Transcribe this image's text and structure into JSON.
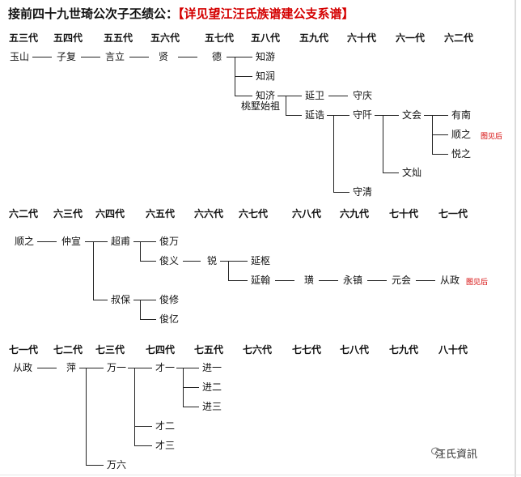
{
  "title_prefix": "接前四十九世琦公次子丕绩公：",
  "title_red": "【详见望江汪氏族谱建公支系谱】",
  "note": "图见后",
  "brand": "汪氏資訊",
  "sec1": {
    "gens": [
      "五三代",
      "五四代",
      "五五代",
      "五六代",
      "五七代",
      "五八代",
      "五九代",
      "六十代",
      "六一代",
      "六二代"
    ],
    "names": {
      "yushan": "玉山",
      "zifu": "子复",
      "yanli": "言立",
      "xian": "贤",
      "de": "德",
      "zhiyou": "知游",
      "zhirun": "知润",
      "zhiji": "知济",
      "taoshu": "桃墅始祖",
      "yanwei": "延卫",
      "shouqing": "守庆",
      "yanhao": "延诰",
      "shouqian": "守阡",
      "wenhui": "文会",
      "wencan": "文灿",
      "shouqing2": "守清",
      "younan": "有南",
      "shunzhi": "顺之",
      "yuezhi": "悦之"
    }
  },
  "sec2": {
    "gens": [
      "六二代",
      "六三代",
      "六四代",
      "六五代",
      "六六代",
      "六七代",
      "六八代",
      "六九代",
      "七十代",
      "七一代"
    ],
    "names": {
      "shunzhi": "顺之",
      "zhongxuan": "仲宣",
      "chaofu": "超甫",
      "shubao": "叔保",
      "junwan": "俊万",
      "junyi": "俊义",
      "junxiu": "俊修",
      "junyi2": "俊亿",
      "rui": "锐",
      "yanshu": "延枢",
      "yanhan": "延翰",
      "huang": "璜",
      "yongzhen": "永镇",
      "yuanhui": "元会",
      "congzheng": "从政"
    }
  },
  "sec3": {
    "gens": [
      "七一代",
      "七二代",
      "七三代",
      "七四代",
      "七五代",
      "七六代",
      "七七代",
      "七八代",
      "七九代",
      "八十代"
    ],
    "names": {
      "congzheng": "从政",
      "ping": "萍",
      "wanyi": "万一",
      "wanliu": "万六",
      "caiyi": "才一",
      "caier": "才二",
      "caisan": "才三",
      "jinyi": "进一",
      "jiner": "进二",
      "jinsan": "进三"
    }
  }
}
